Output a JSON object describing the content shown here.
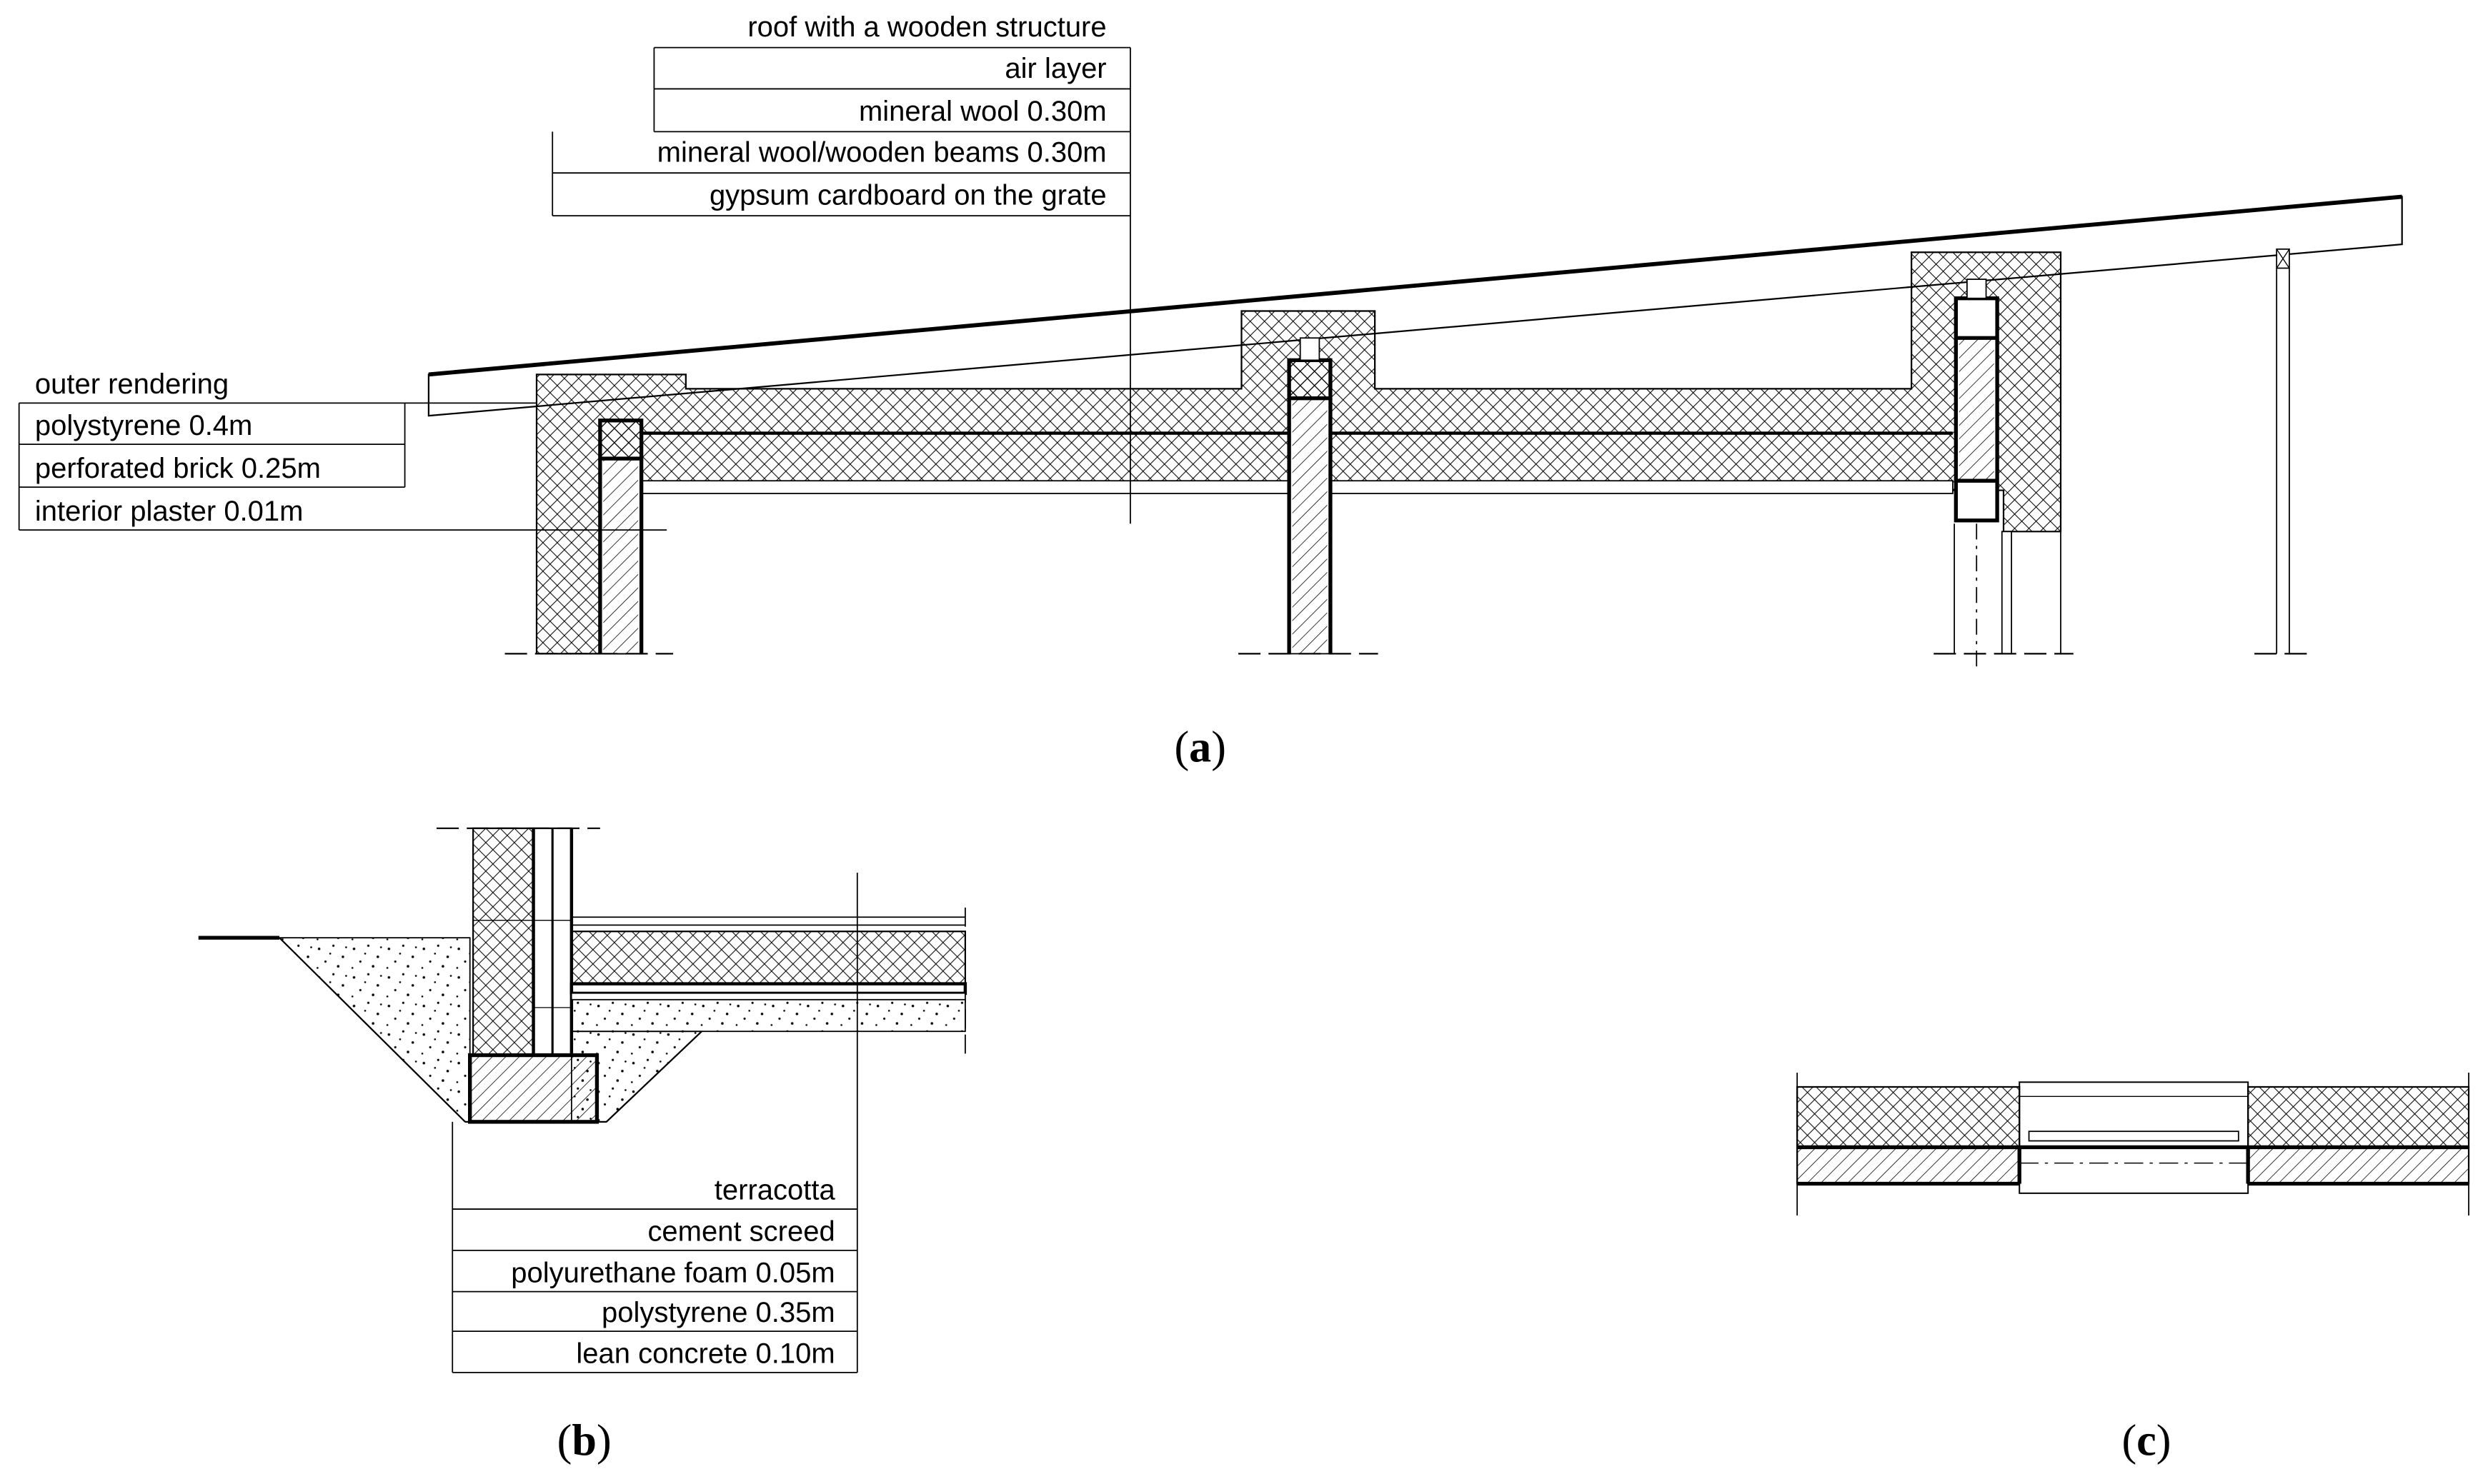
{
  "diagram": {
    "panel_a": {
      "caption": "a",
      "roof_labels": [
        "roof with a wooden structure",
        "air layer",
        "mineral wool 0.30m",
        "mineral wool/wooden beams 0.30m",
        "gypsum cardboard on the grate"
      ],
      "wall_labels": [
        "outer rendering",
        "polystyrene 0.4m",
        "perforated brick 0.25m",
        "interior plaster 0.01m"
      ]
    },
    "panel_b": {
      "caption": "b",
      "floor_labels": [
        "terracotta",
        "cement screed",
        "polyurethane foam 0.05m",
        "polystyrene 0.35m",
        "lean concrete 0.10m"
      ]
    },
    "panel_c": {
      "caption": "c"
    }
  }
}
